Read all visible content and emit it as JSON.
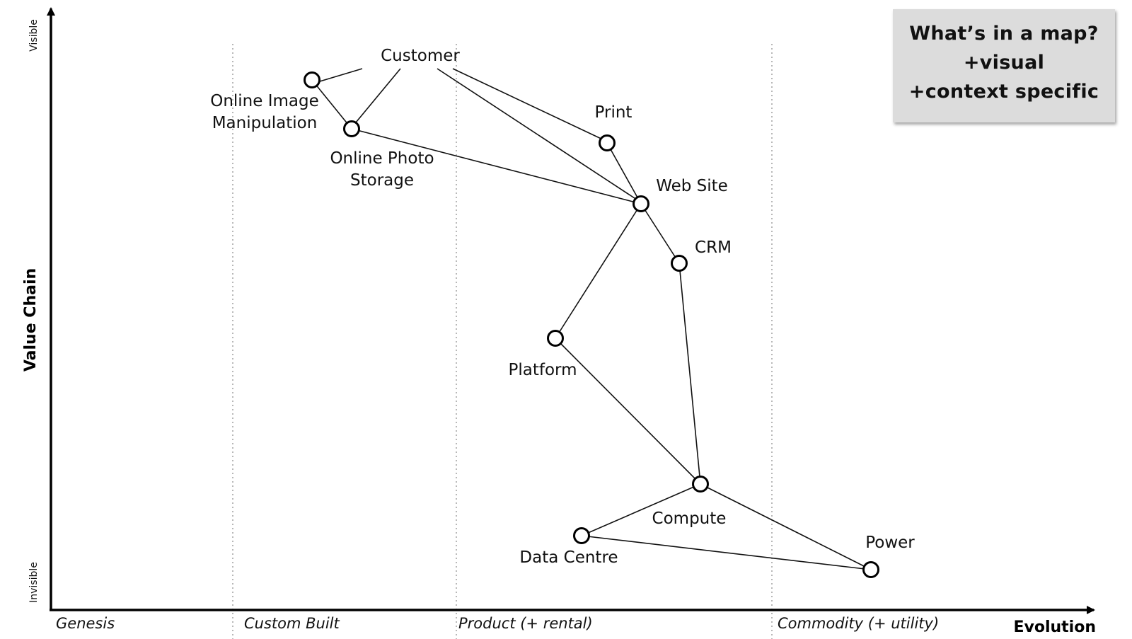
{
  "axes": {
    "y_title": "Value Chain",
    "y_top": "Visible",
    "y_bottom": "Invisible",
    "x_title": "Evolution"
  },
  "stages": [
    "Genesis",
    "Custom Built",
    "Product (+ rental)",
    "Commodity (+ utility)"
  ],
  "callout": {
    "line1": "What’s in a map?",
    "line2": "+visual",
    "line3": "+context specific"
  },
  "nodes": {
    "customer": "Customer",
    "image_manip_1": "Online Image",
    "image_manip_2": "Manipulation",
    "photo_storage_1": "Online Photo",
    "photo_storage_2": "Storage",
    "print": "Print",
    "website": "Web Site",
    "crm": "CRM",
    "platform": "Platform",
    "compute": "Compute",
    "data_centre": "Data Centre",
    "power": "Power"
  }
}
